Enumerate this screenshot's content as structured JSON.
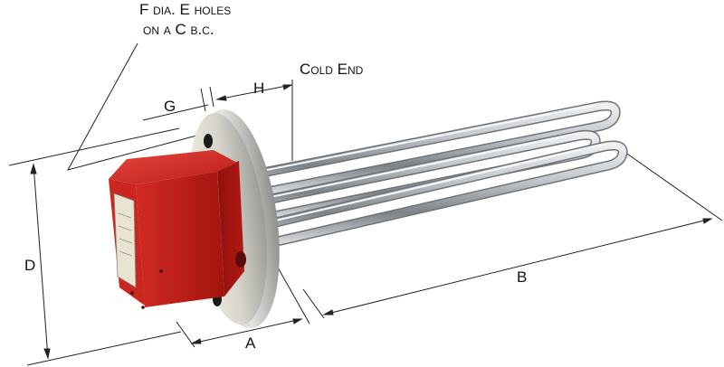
{
  "diagram": {
    "callout_line1": "F dia. E holes",
    "callout_line2": "on a C b.c.",
    "cold_end": "Cold End",
    "dim_a": "A",
    "dim_b": "B",
    "dim_d": "D",
    "dim_g": "G",
    "dim_h": "H"
  },
  "colors": {
    "enclosure_red": "#c8221c",
    "flange_metal": "#c9c9c4",
    "tube_steel": "#b8bcc0",
    "dimension_line": "#222222"
  },
  "icons": {
    "nameplate": "nameplate-icon",
    "mounting_hole": "mounting-hole-icon"
  }
}
